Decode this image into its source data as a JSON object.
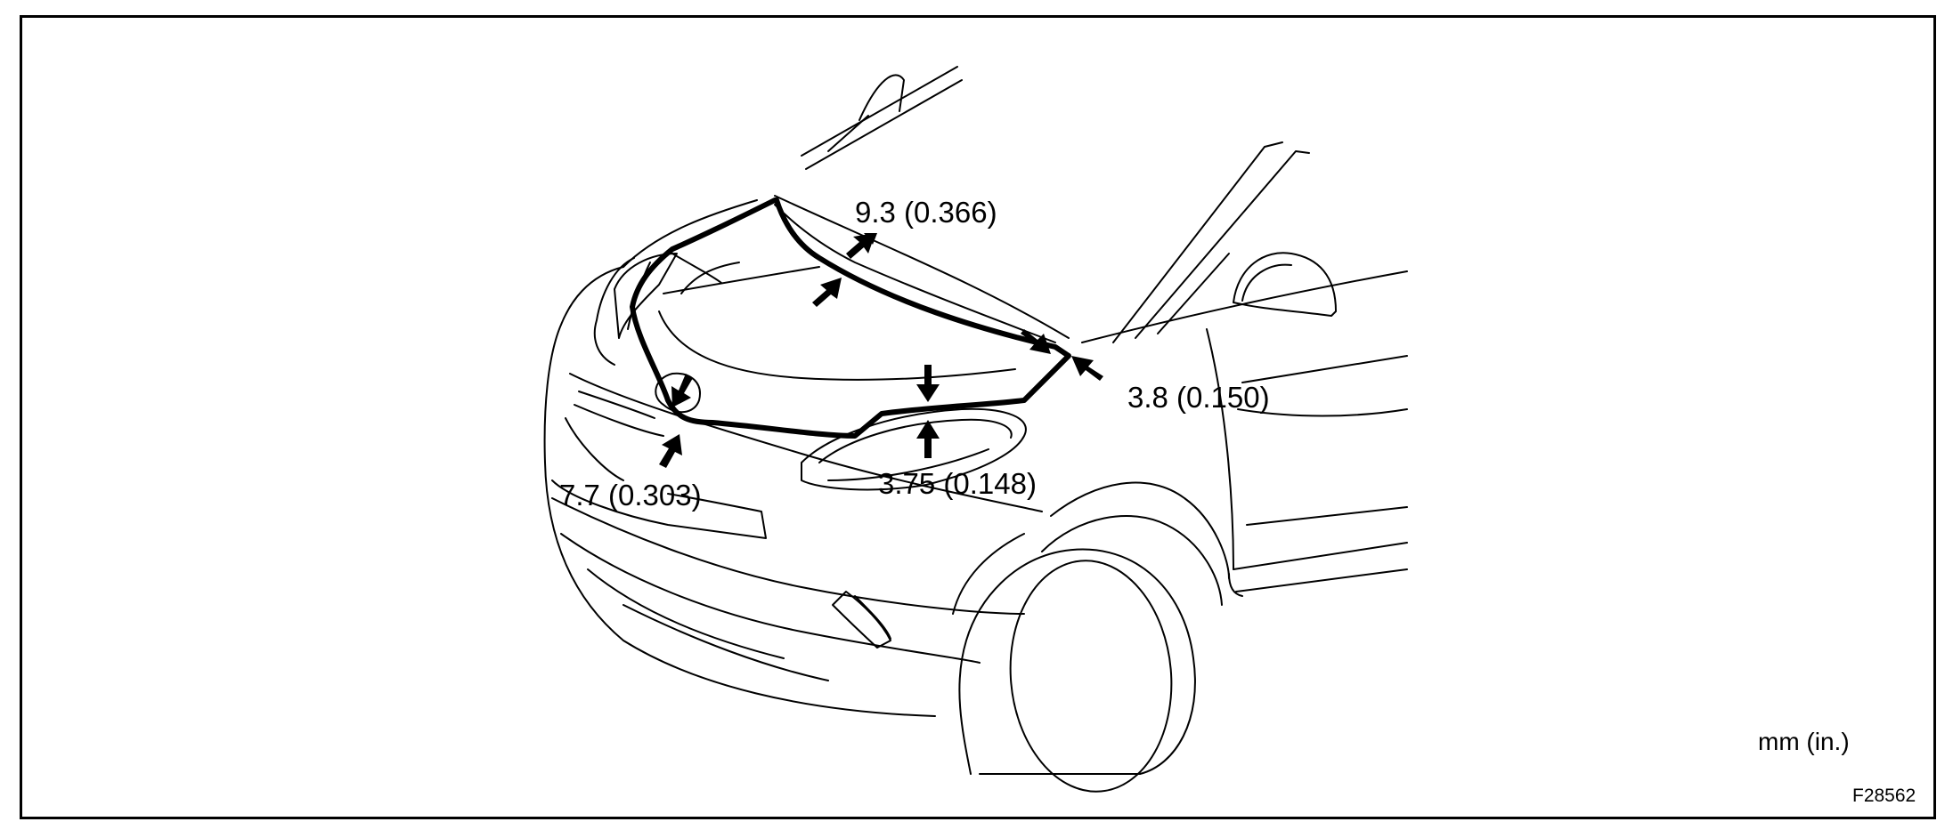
{
  "dimensions": [
    {
      "id": "top",
      "text": "9.3 (0.366)"
    },
    {
      "id": "right",
      "text": "3.8 (0.150)"
    },
    {
      "id": "center",
      "text": "3.75 (0.148)"
    },
    {
      "id": "left",
      "text": "7.7 (0.303)"
    }
  ],
  "units_note": "mm (in.)",
  "figure_code": "F28562",
  "colors": {
    "line": "#000000",
    "background": "#ffffff"
  }
}
